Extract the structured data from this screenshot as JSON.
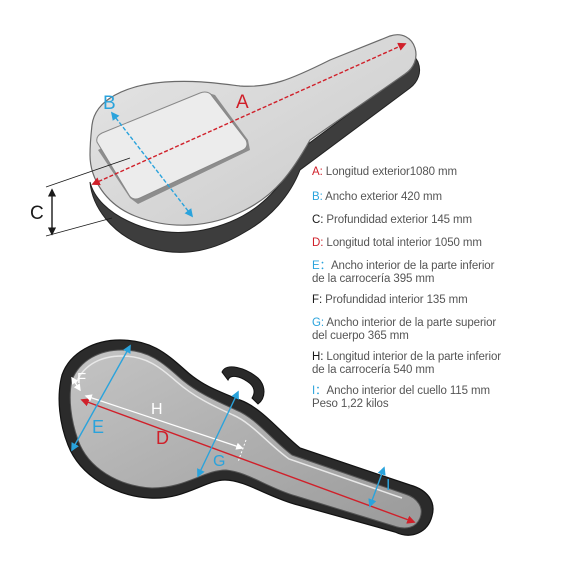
{
  "colors": {
    "red": "#d0202a",
    "blue": "#2aa3dc",
    "black": "#1a1a1a",
    "text": "#555555",
    "case_fill": "#d9d9d9",
    "case_dark": "#3a3a3a"
  },
  "diagram": {
    "closed_case_labels": {
      "A": "A",
      "B": "B",
      "C": "C"
    },
    "open_case_labels": {
      "D": "D",
      "E": "E",
      "F": "F",
      "G": "G",
      "H": "H",
      "I": "I"
    }
  },
  "legend": [
    {
      "key": "A",
      "sep": ": ",
      "desc": "Longitud exterior1080 mm",
      "color": "#d0202a"
    },
    {
      "key": "B",
      "sep": ": ",
      "desc": "Ancho exterior 420 mm",
      "color": "#2aa3dc"
    },
    {
      "key": "C",
      "sep": ": ",
      "desc": "Profundidad exterior 145 mm",
      "color": "#1a1a1a"
    },
    {
      "key": "D",
      "sep": ": ",
      "desc": "Longitud total interior 1050 mm",
      "color": "#d0202a"
    },
    {
      "key": "E",
      "sep": "：",
      "desc": "Ancho interior de la parte inferior\nde la carrocería 395 mm",
      "color": "#2aa3dc"
    },
    {
      "key": "F",
      "sep": ": ",
      "desc": "Profundidad interior 135 mm",
      "color": "#1a1a1a"
    },
    {
      "key": "G",
      "sep": ": ",
      "desc": "Ancho interior de la parte superior\ndel cuerpo 365 mm",
      "color": "#2aa3dc"
    },
    {
      "key": "H",
      "sep": ": ",
      "desc": "Longitud interior de la parte inferior\nde la carrocería 540 mm",
      "color": "#1a1a1a"
    },
    {
      "key": "I",
      "sep": "：",
      "desc": "Ancho interior del cuello 115 mm\nPeso 1,22 kilos",
      "color": "#2aa3dc"
    }
  ]
}
